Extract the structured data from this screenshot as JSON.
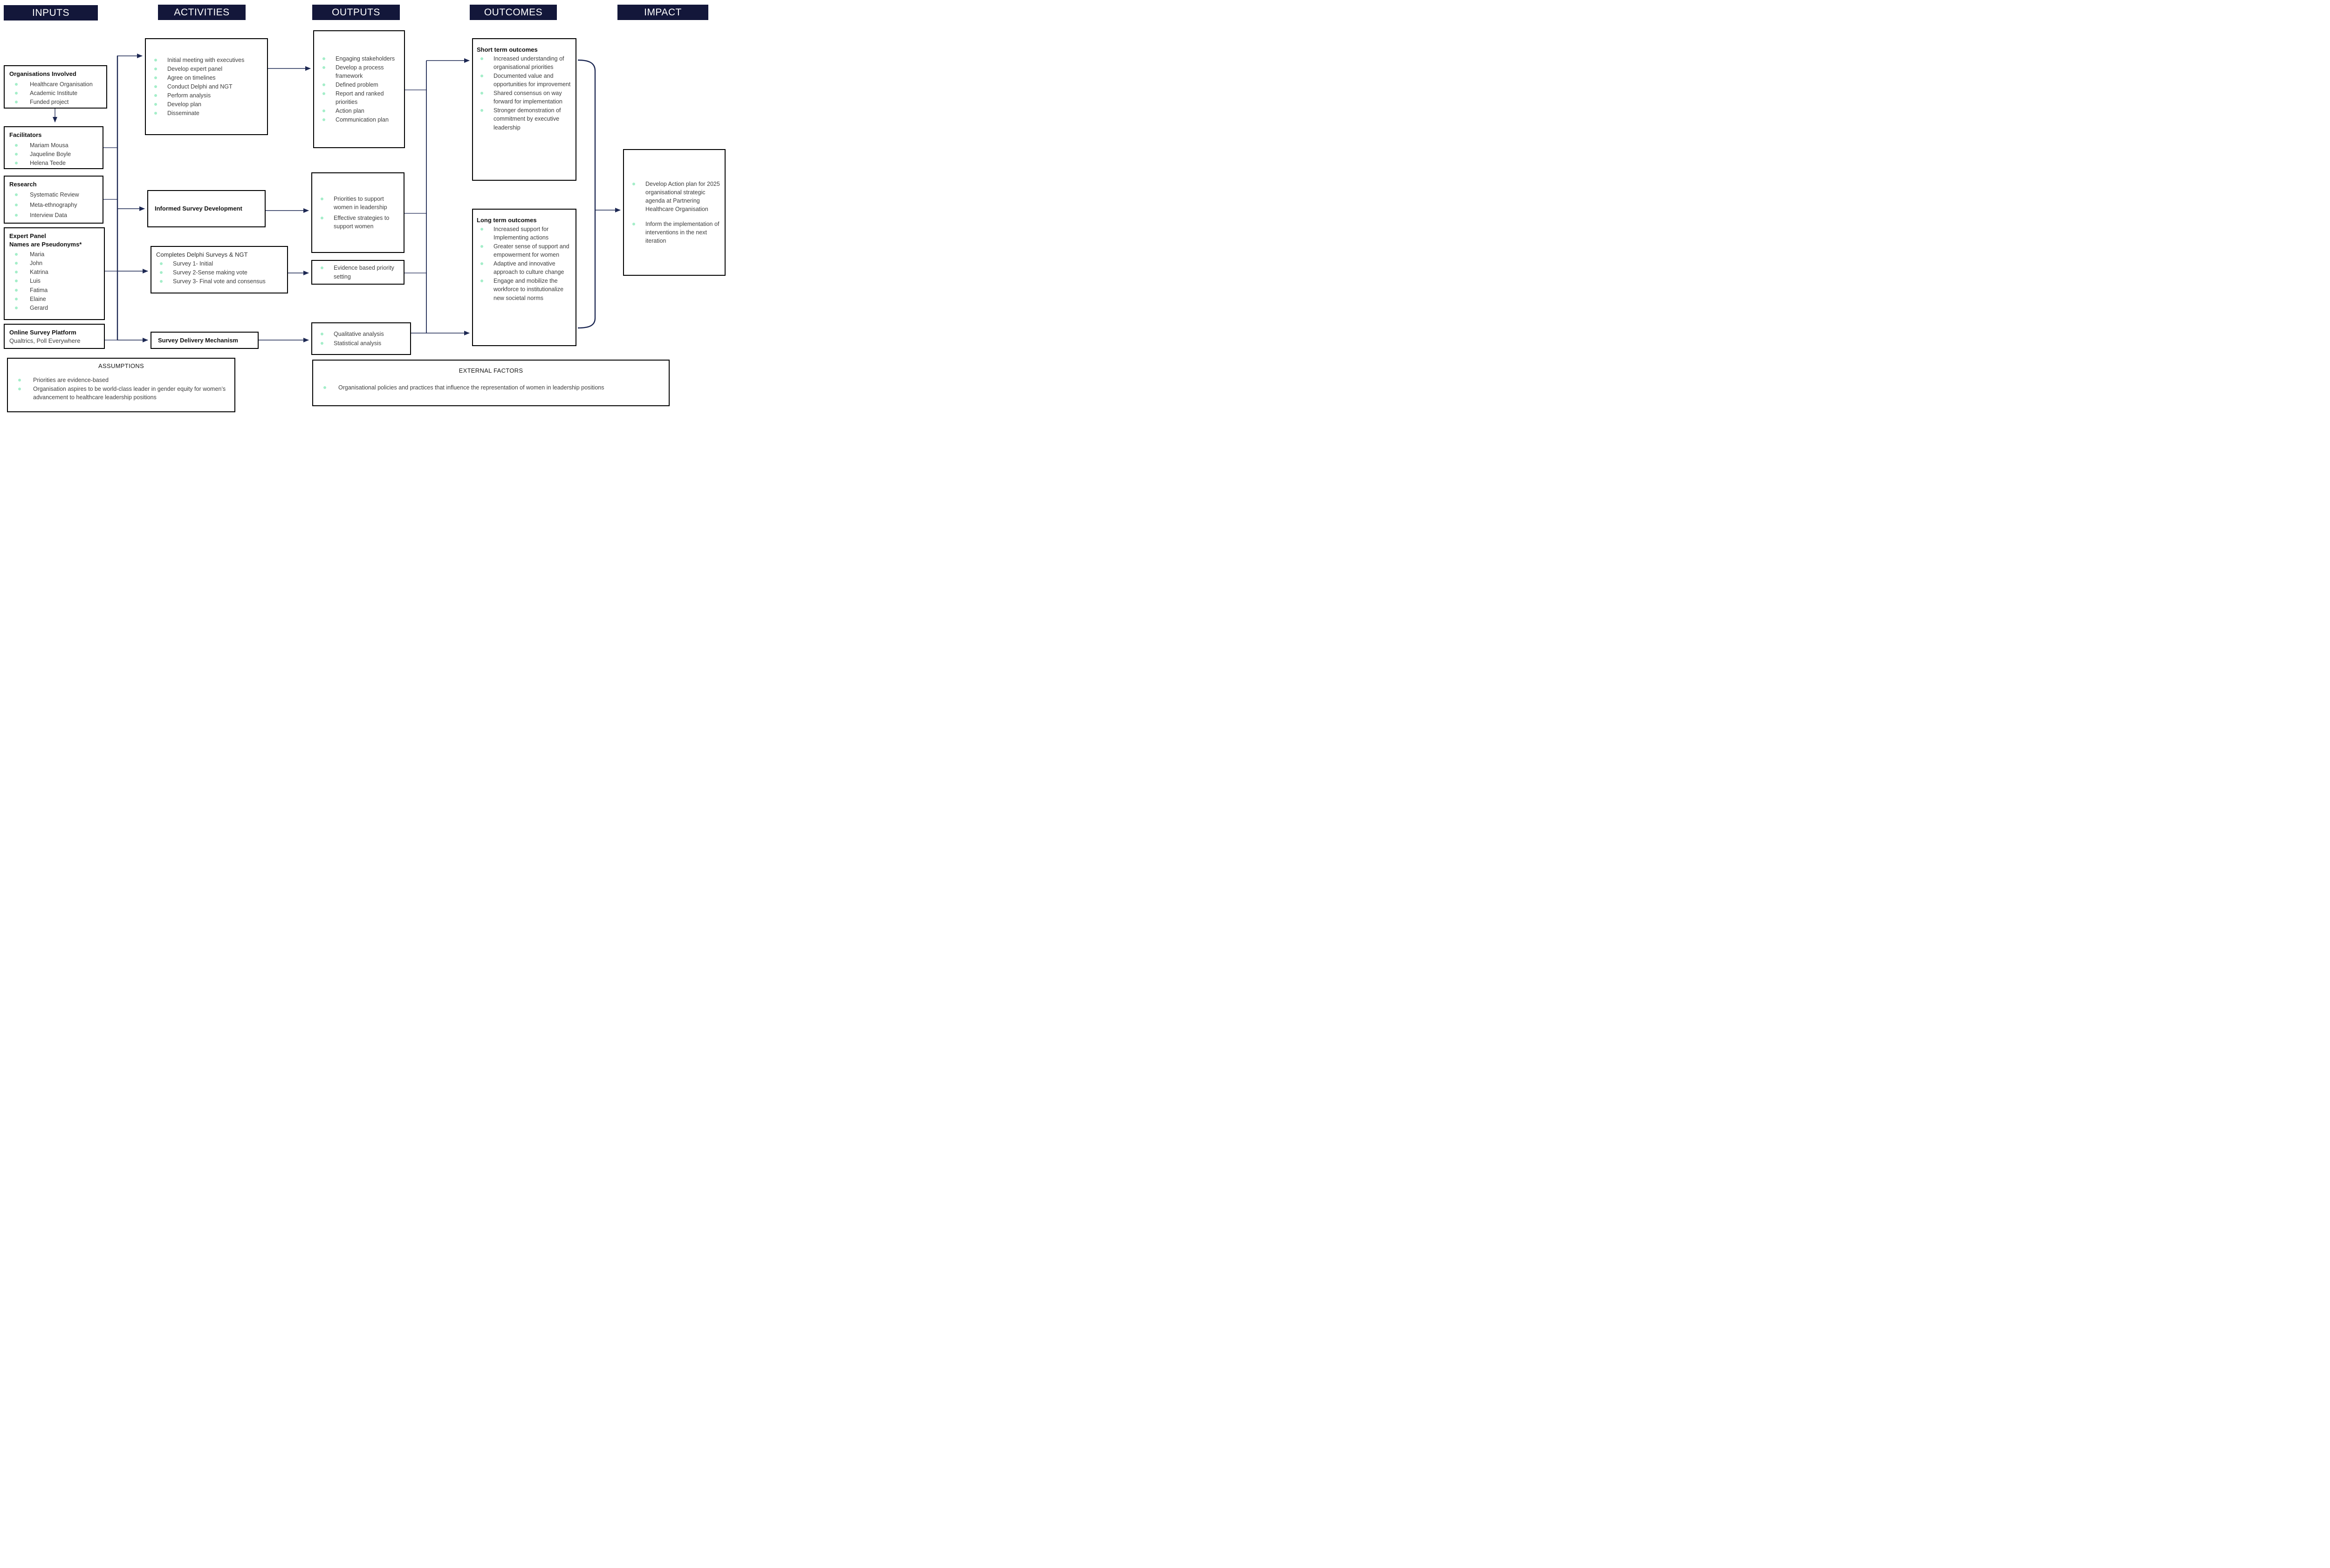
{
  "colors": {
    "header_bg": "#13173a",
    "line": "#1d2853",
    "bullet": "#a4eec9"
  },
  "headers": [
    "INPUTS",
    "ACTIVITIES",
    "OUTPUTS",
    "OUTCOMES",
    "IMPACT"
  ],
  "inputs": {
    "boxes": [
      {
        "title": "Organisations Involved",
        "items": [
          "Healthcare Organisation",
          "Academic Institute",
          "Funded project"
        ]
      },
      {
        "title": "Facilitators",
        "items": [
          "Mariam Mousa",
          "Jaqueline Boyle",
          "Helena Teede"
        ]
      },
      {
        "title": "Research",
        "items": [
          "Systematic Review",
          "Meta-ethnography",
          "Interview Data"
        ]
      },
      {
        "title": "Expert Panel",
        "subtitle": "Names are Pseudonyms*",
        "items": [
          "Maria",
          "John",
          "Katrina",
          "Luis",
          "Fatima",
          "Elaine",
          "Gerard"
        ]
      },
      {
        "title": "Online Survey Platform",
        "subtitle": "Qualtrics, Poll Everywhere",
        "items": []
      }
    ]
  },
  "activities": {
    "boxes": [
      {
        "title": "",
        "items": [
          "Initial meeting with executives",
          "Develop expert panel",
          "Agree on timelines",
          "Conduct Delphi and NGT",
          "Perform analysis",
          "Develop plan",
          "Disseminate"
        ]
      },
      {
        "title": "Informed Survey Development",
        "items": []
      },
      {
        "title": "Completes Delphi Surveys & NGT",
        "items": [
          "Survey 1- Initial",
          "Survey 2-Sense making vote",
          "Survey 3- Final vote and consensus"
        ]
      },
      {
        "title": "Survey Delivery Mechanism",
        "items": []
      }
    ]
  },
  "outputs": {
    "boxes": [
      {
        "items": [
          "Engaging stakeholders",
          "Develop a process framework",
          "Defined problem",
          "Report and ranked priorities",
          "Action plan",
          "Communication plan"
        ]
      },
      {
        "items": [
          "Priorities to support women in leadership",
          "Effective strategies to support women"
        ]
      },
      {
        "items": [
          "Evidence based priority setting"
        ]
      },
      {
        "items": [
          "Qualitative analysis",
          "Statistical analysis"
        ]
      }
    ]
  },
  "outcomes": {
    "short": {
      "title": "Short term outcomes",
      "items": [
        "Increased understanding of organisational priorities",
        "Documented value and opportunities for improvement",
        "Shared consensus on way forward for implementation",
        "Stronger demonstration of commitment by executive leadership"
      ]
    },
    "long": {
      "title": "Long term outcomes",
      "items": [
        "Increased support for Implementing actions",
        "Greater sense of support and empowerment for women",
        "Adaptive and innovative approach to culture change",
        "Engage and mobilize the workforce to institutionalize new societal norms"
      ]
    }
  },
  "impact": {
    "items": [
      "Develop Action plan for 2025 organisational strategic agenda at Partnering Healthcare Organisation",
      "Inform the implementation of interventions in the next iteration"
    ]
  },
  "assumptions": {
    "title": "ASSUMPTIONS",
    "items": [
      "Priorities are evidence-based",
      "Organisation aspires to be world-class leader in gender equity for women’s advancement to healthcare leadership positions"
    ]
  },
  "external_factors": {
    "title": "EXTERNAL FACTORS",
    "items": [
      "Organisational policies and practices that influence the representation of women in leadership positions"
    ]
  }
}
